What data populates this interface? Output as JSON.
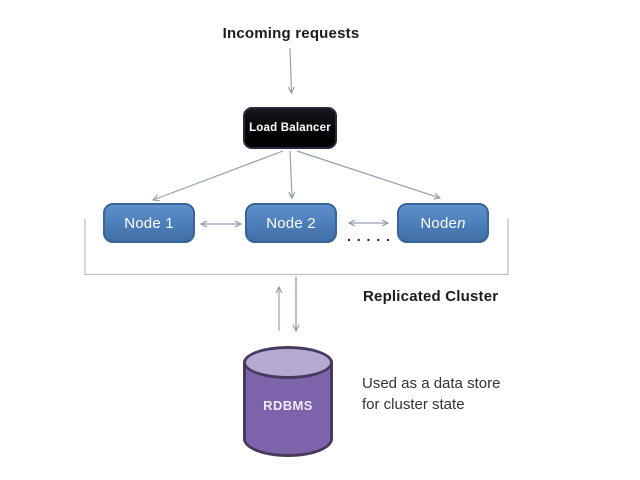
{
  "diagram": {
    "incoming_label": "Incoming requests",
    "load_balancer": {
      "label": "Load Balancer"
    },
    "nodes": [
      {
        "label": "Node 1"
      },
      {
        "label": "Node 2"
      },
      {
        "label_prefix": "Node ",
        "label_italic": "n"
      }
    ],
    "ellipsis": ". . . . .",
    "cluster_label": "Replicated Cluster",
    "database": {
      "label": "RDBMS"
    },
    "datastore_note": {
      "line1": "Used as a data store",
      "line2": "for cluster state"
    },
    "colors": {
      "node_fill": "#4f81bd",
      "node_border": "#3a6598",
      "load_balancer_fill": "#050507",
      "cylinder_body": "#7d64aa",
      "cylinder_top": "#b6a9d2",
      "cylinder_border": "#473a5e",
      "connector": "#95a2b2",
      "bracket": "#b9c0c8"
    }
  }
}
